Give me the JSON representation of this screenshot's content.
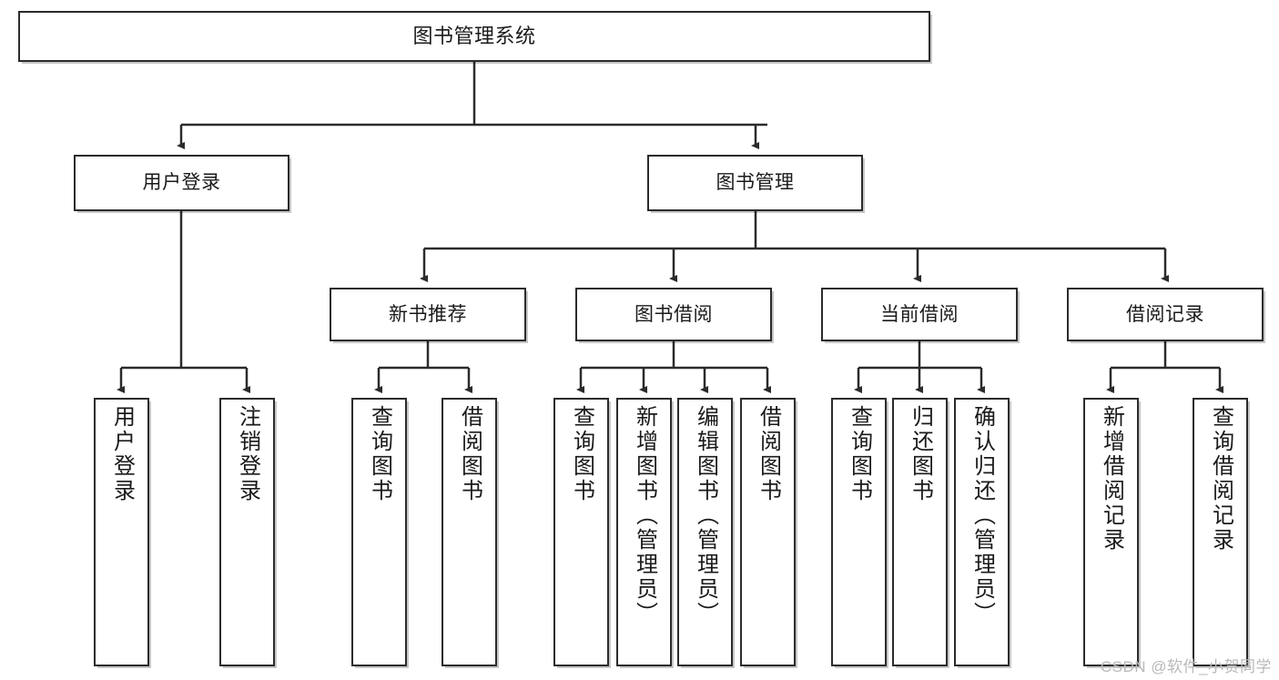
{
  "diagram": {
    "type": "tree-hierarchy-chart",
    "title": "图书管理系统",
    "watermark": "CSDN @软件_小贺同学",
    "colors": {
      "box_border": "#2b2b2b",
      "box_fill": "#ffffff",
      "connector": "#2b2b2b",
      "text": "#1a1a1a",
      "watermark": "#b9b9b9"
    },
    "levels": {
      "level1": [
        {
          "id": "root",
          "label": "图书管理系统",
          "orientation": "horizontal"
        }
      ],
      "level2": [
        {
          "id": "user-login",
          "label": "用户登录",
          "orientation": "horizontal"
        },
        {
          "id": "book-manage",
          "label": "图书管理",
          "orientation": "horizontal"
        }
      ],
      "level3": [
        {
          "id": "new-book-recommend",
          "label": "新书推荐",
          "orientation": "horizontal",
          "parent": "book-manage"
        },
        {
          "id": "book-borrow",
          "label": "图书借阅",
          "orientation": "horizontal",
          "parent": "book-manage"
        },
        {
          "id": "current-borrow",
          "label": "当前借阅",
          "orientation": "horizontal",
          "parent": "book-manage"
        },
        {
          "id": "borrow-record",
          "label": "借阅记录",
          "orientation": "horizontal",
          "parent": "book-manage"
        }
      ],
      "level4": [
        {
          "id": "leaf-user-login",
          "label": "用户登录",
          "orientation": "vertical",
          "parent": "user-login"
        },
        {
          "id": "leaf-logout",
          "label": "注销登录",
          "orientation": "vertical",
          "parent": "user-login"
        },
        {
          "id": "leaf-query-book-1",
          "label": "查询图书",
          "orientation": "vertical",
          "parent": "new-book-recommend"
        },
        {
          "id": "leaf-borrow-book-1",
          "label": "借阅图书",
          "orientation": "vertical",
          "parent": "new-book-recommend"
        },
        {
          "id": "leaf-query-book-2",
          "label": "查询图书",
          "orientation": "vertical",
          "parent": "book-borrow"
        },
        {
          "id": "leaf-add-book",
          "label": "新增图书（管理员）",
          "orientation": "vertical",
          "parent": "book-borrow"
        },
        {
          "id": "leaf-edit-book",
          "label": "编辑图书（管理员）",
          "orientation": "vertical",
          "parent": "book-borrow"
        },
        {
          "id": "leaf-borrow-book-2",
          "label": "借阅图书",
          "orientation": "vertical",
          "parent": "book-borrow"
        },
        {
          "id": "leaf-query-book-3",
          "label": "查询图书",
          "orientation": "vertical",
          "parent": "current-borrow"
        },
        {
          "id": "leaf-return-book",
          "label": "归还图书",
          "orientation": "vertical",
          "parent": "current-borrow"
        },
        {
          "id": "leaf-confirm-return",
          "label": "确认归还（管理员）",
          "orientation": "vertical",
          "parent": "current-borrow"
        },
        {
          "id": "leaf-add-record",
          "label": "新增借阅记录",
          "orientation": "vertical",
          "parent": "borrow-record"
        },
        {
          "id": "leaf-query-record",
          "label": "查询借阅记录",
          "orientation": "vertical",
          "parent": "borrow-record"
        }
      ]
    }
  }
}
